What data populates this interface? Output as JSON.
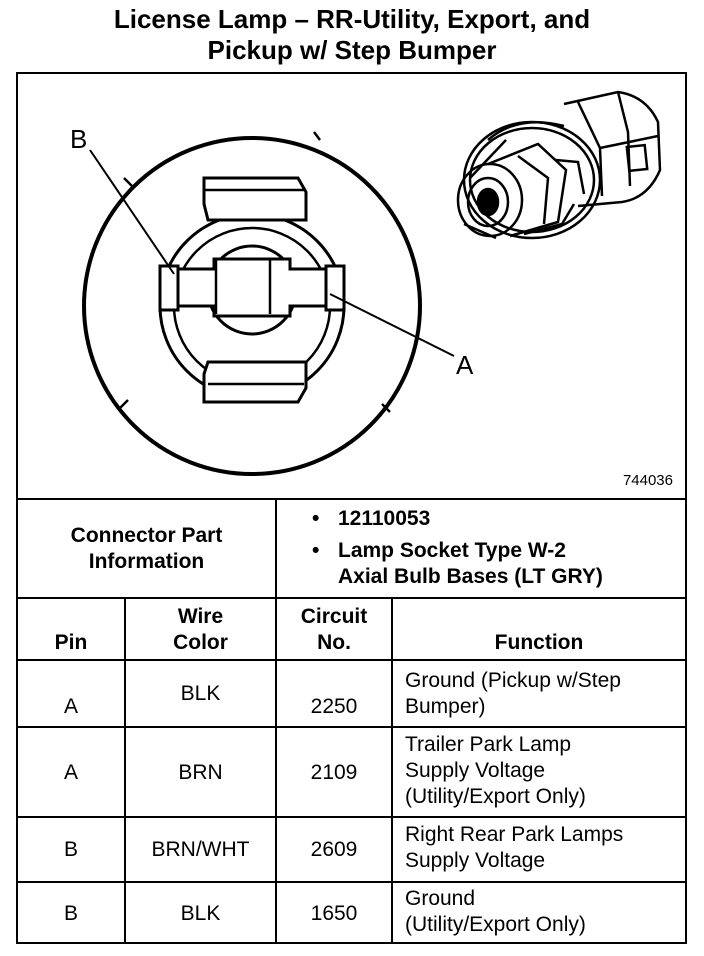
{
  "title": {
    "line1": "License Lamp – RR-Utility, Export, and",
    "line2": "Pickup w/ Step Bumper"
  },
  "diagram": {
    "callout_b": "B",
    "callout_a": "A",
    "figure_id": "744036"
  },
  "connector_info": {
    "label_line1": "Connector Part",
    "label_line2": "Information",
    "bullet": "•",
    "part_number": "12110053",
    "desc_line1": "Lamp Socket Type W-2",
    "desc_line2": "Axial Bulb Bases (LT GRY)"
  },
  "table": {
    "headers": {
      "pin": "Pin",
      "wire_line1": "Wire",
      "wire_line2": "Color",
      "circuit_line1": "Circuit",
      "circuit_line2": "No.",
      "function": "Function"
    },
    "rows": [
      {
        "pin": "A",
        "wire": "BLK",
        "circuit": "2250",
        "func1": "Ground (Pickup w/Step",
        "func2": "Bumper)",
        "func3": ""
      },
      {
        "pin": "A",
        "wire": "BRN",
        "circuit": "2109",
        "func1": "Trailer Park Lamp",
        "func2": "Supply Voltage",
        "func3": "(Utility/Export Only)"
      },
      {
        "pin": "B",
        "wire": "BRN/WHT",
        "circuit": "2609",
        "func1": "Right Rear Park Lamps",
        "func2": "Supply Voltage",
        "func3": ""
      },
      {
        "pin": "B",
        "wire": "BLK",
        "circuit": "1650",
        "func1": "Ground",
        "func2": "(Utility/Export Only)",
        "func3": ""
      }
    ]
  }
}
